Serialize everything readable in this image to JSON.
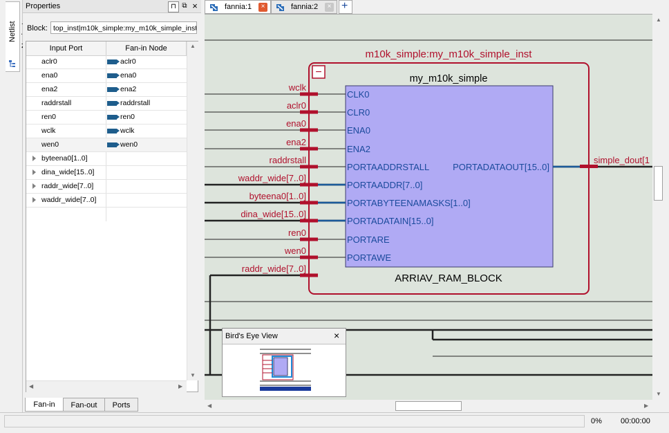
{
  "navigator": {
    "label": "Netlist Navigator"
  },
  "properties": {
    "title": "Properties",
    "block_label": "Block:",
    "block_value": "top_inst|m10k_simple:my_m10k_simple_inst",
    "columns": [
      "Input Port",
      "Fan-in Node"
    ],
    "rows": [
      {
        "port": "aclr0",
        "node": "aclr0"
      },
      {
        "port": "ena0",
        "node": "ena0"
      },
      {
        "port": "ena2",
        "node": "ena2"
      },
      {
        "port": "raddrstall",
        "node": "raddrstall"
      },
      {
        "port": "ren0",
        "node": "ren0"
      },
      {
        "port": "wclk",
        "node": "wclk"
      },
      {
        "port": "wen0",
        "node": "wen0"
      }
    ],
    "groups": [
      "byteena0[1..0]",
      "dina_wide[15..0]",
      "raddr_wide[7..0]",
      "waddr_wide[7..0]"
    ],
    "bottom_tabs": [
      "Fan-in",
      "Fan-out",
      "Ports"
    ]
  },
  "doc_tabs": [
    {
      "label": "fannia:1",
      "active": true
    },
    {
      "label": "fannia:2",
      "active": false
    }
  ],
  "schematic": {
    "instance_label": "m10k_simple:my_m10k_simple_inst",
    "block_title": "my_m10k_simple",
    "block_type": "ARRIAV_RAM_BLOCK",
    "input_signals": [
      "wclk",
      "aclr0",
      "ena0",
      "ena2",
      "raddrstall",
      "waddr_wide[7..0]",
      "byteena0[1..0]",
      "dina_wide[15..0]",
      "ren0",
      "wen0",
      "raddr_wide[7..0]"
    ],
    "ports": [
      "CLK0",
      "CLR0",
      "ENA0",
      "ENA2",
      "PORTAADDRSTALL",
      "PORTAADDR[7..0]",
      "PORTABYTEENAMASKS[1..0]",
      "PORTADATAIN[15..0]",
      "PORTARE",
      "PORTAWE"
    ],
    "output_port": "PORTADATAOUT[15..0]",
    "output_signal": "simple_dout[1",
    "collapse_symbol": "−",
    "colors": {
      "signal": "#b0102c",
      "port_text": "#1a4a9c",
      "block_fill": "#b0aaf4",
      "canvas": "#dde4dc"
    }
  },
  "birdseye": {
    "title": "Bird's Eye View",
    "close": "×"
  },
  "status": {
    "progress": "0%",
    "time": "00:00:00"
  },
  "icons": {
    "pin": "pin-icon",
    "float": "float-icon",
    "close": "close-icon",
    "add": "plus-icon"
  }
}
